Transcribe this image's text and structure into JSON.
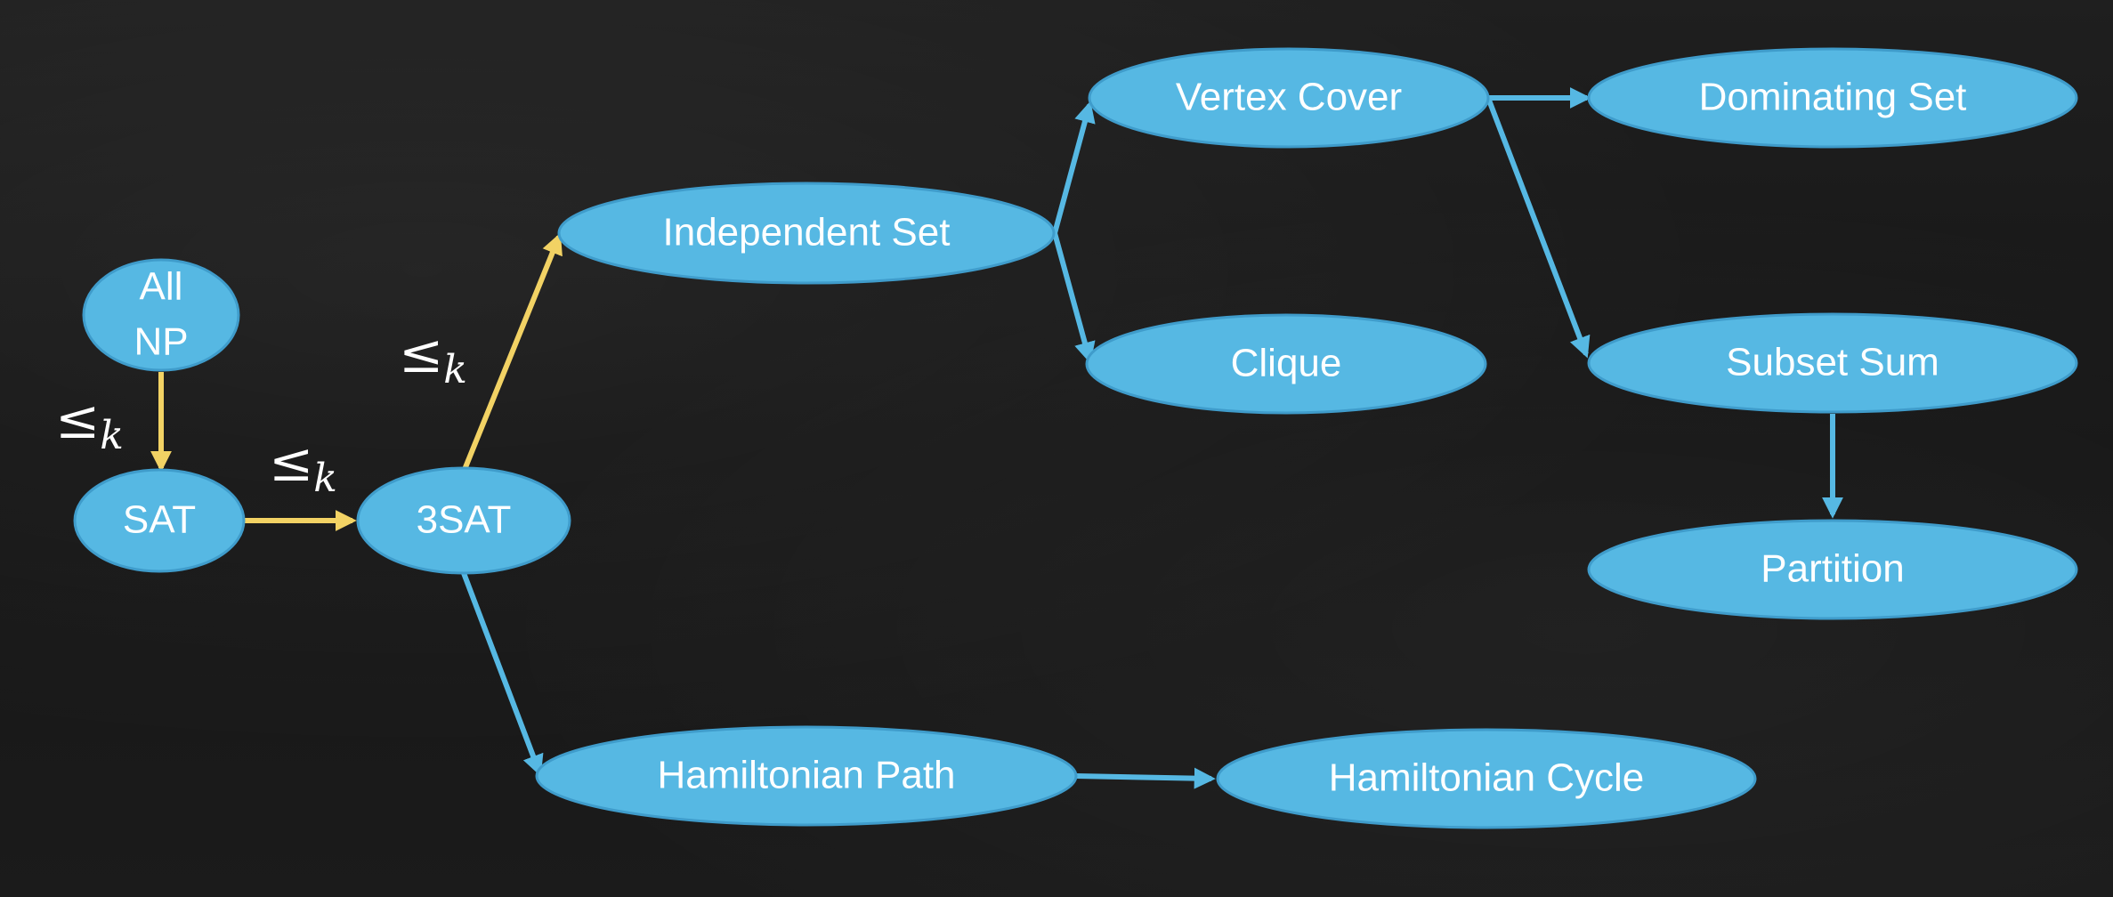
{
  "diagram": {
    "nodes": [
      {
        "id": "all-np",
        "lines": [
          "All",
          "NP"
        ]
      },
      {
        "id": "sat",
        "lines": [
          "SAT"
        ]
      },
      {
        "id": "3sat",
        "lines": [
          "3SAT"
        ]
      },
      {
        "id": "independent-set",
        "lines": [
          "Independent Set"
        ]
      },
      {
        "id": "vertex-cover",
        "lines": [
          "Vertex Cover"
        ]
      },
      {
        "id": "dominating-set",
        "lines": [
          "Dominating Set"
        ]
      },
      {
        "id": "clique",
        "lines": [
          "Clique"
        ]
      },
      {
        "id": "subset-sum",
        "lines": [
          "Subset Sum"
        ]
      },
      {
        "id": "partition",
        "lines": [
          "Partition"
        ]
      },
      {
        "id": "hamiltonian-path",
        "lines": [
          "Hamiltonian Path"
        ]
      },
      {
        "id": "hamiltonian-cycle",
        "lines": [
          "Hamiltonian Cycle"
        ]
      }
    ],
    "edges": [
      {
        "from": "all-np",
        "to": "sat",
        "color": "#f2d264"
      },
      {
        "from": "sat",
        "to": "3sat",
        "color": "#f2d264"
      },
      {
        "from": "3sat",
        "to": "independent-set",
        "color": "#f2d264"
      },
      {
        "from": "3sat",
        "to": "hamiltonian-path",
        "color": "#56b8e3"
      },
      {
        "from": "independent-set",
        "to": "vertex-cover",
        "color": "#56b8e3"
      },
      {
        "from": "independent-set",
        "to": "clique",
        "color": "#56b8e3"
      },
      {
        "from": "vertex-cover",
        "to": "dominating-set",
        "color": "#56b8e3"
      },
      {
        "from": "vertex-cover",
        "to": "subset-sum",
        "color": "#56b8e3"
      },
      {
        "from": "subset-sum",
        "to": "partition",
        "color": "#56b8e3"
      },
      {
        "from": "hamiltonian-path",
        "to": "hamiltonian-cycle",
        "color": "#56b8e3"
      }
    ],
    "reduction_symbol": "≤",
    "reduction_subscript": "k",
    "colors": {
      "node_fill": "#56b8e3",
      "node_text": "#ffffff",
      "edge_primary": "#56b8e3",
      "edge_reduction": "#f2d264",
      "background": "#1a1a1a"
    }
  }
}
